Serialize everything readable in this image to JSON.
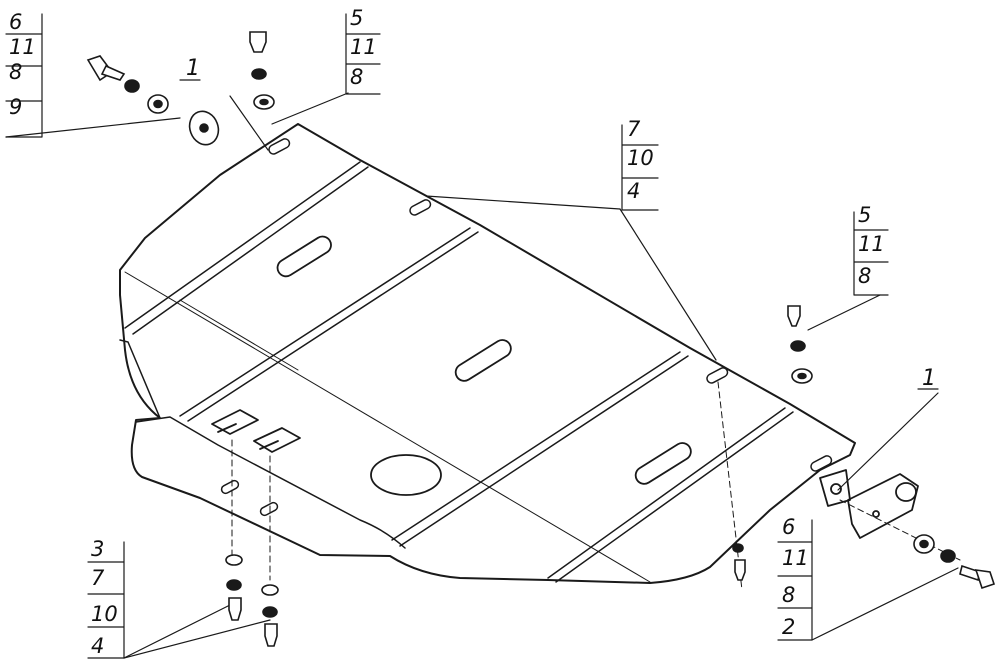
{
  "diagram": {
    "stroke_color": "#1a1a1a",
    "background": "#ffffff"
  },
  "callouts": {
    "top_left": [
      "6",
      "11",
      "8",
      "9"
    ],
    "top_center": [
      "5",
      "11",
      "8"
    ],
    "right_upper": [
      "5",
      "11",
      "8"
    ],
    "center_top": [
      "7",
      "10",
      "4"
    ],
    "bottom_left": [
      "3",
      "7",
      "10",
      "4"
    ],
    "bottom_right": [
      "6",
      "11",
      "8",
      "2"
    ]
  },
  "part_labels": {
    "left_plate": "1",
    "right_plate": "1"
  }
}
